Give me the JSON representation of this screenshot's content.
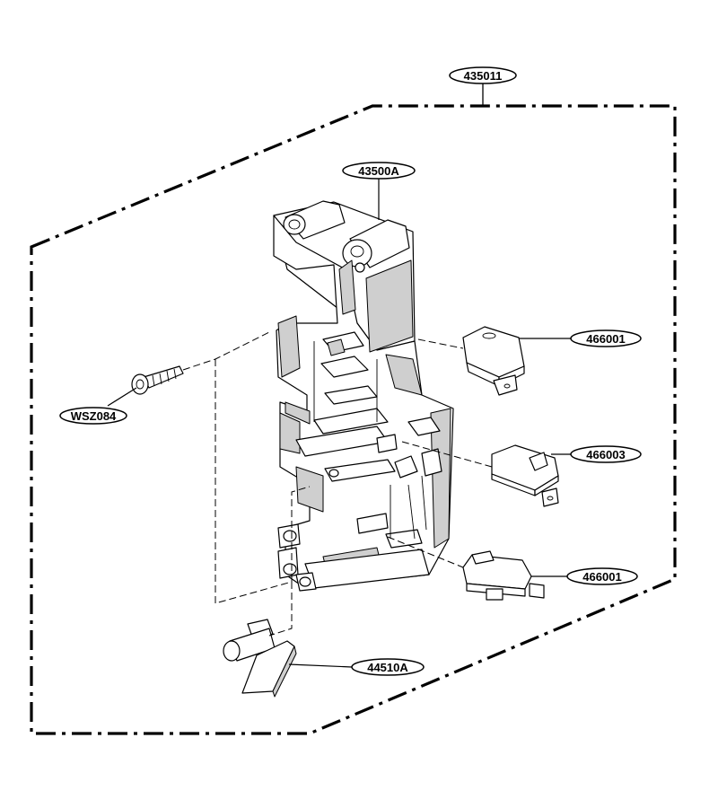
{
  "callouts": {
    "assembly": "435011",
    "frame": "43500A",
    "switch_top": "466001",
    "switch_middle": "466003",
    "switch_bottom": "466001",
    "screw": "WSZ084",
    "lever": "44510A"
  }
}
